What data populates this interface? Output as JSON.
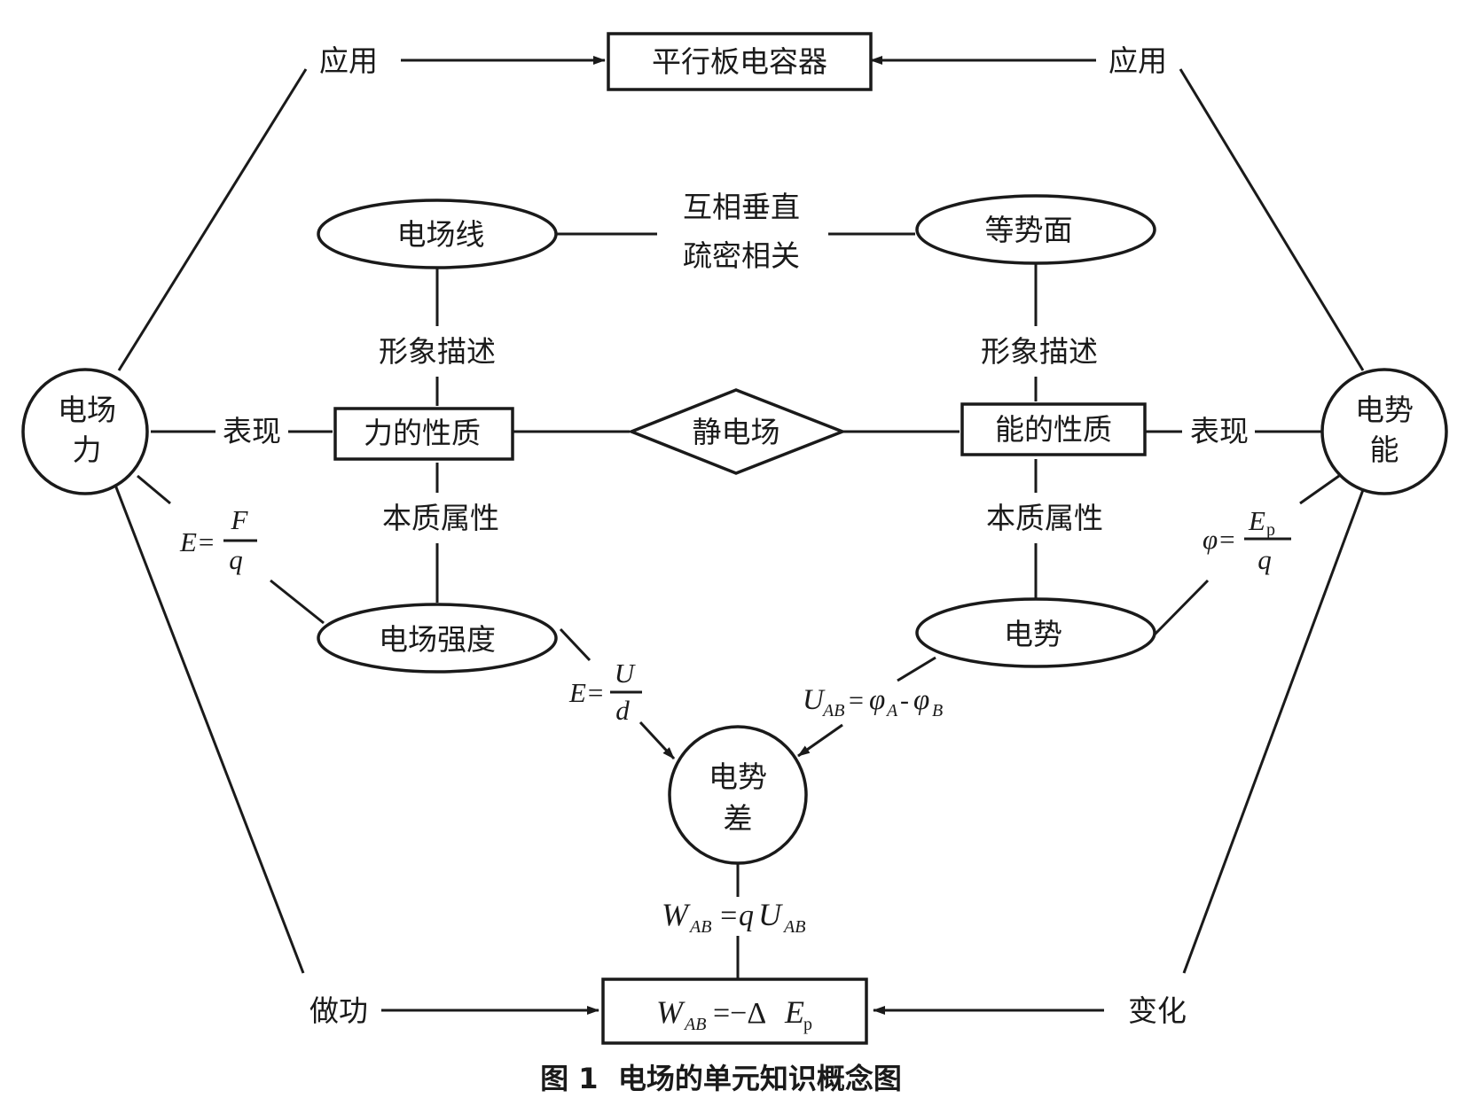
{
  "caption": "图 1  电场的单元知识概念图",
  "nodes": {
    "capacitor": "平行板电容器",
    "field_line": "电场线",
    "equipotential": "等势面",
    "force_property": "力的性质",
    "static_field": "静电场",
    "energy_property": "能的性质",
    "field_force_1": "电场",
    "field_force_2": "力",
    "potential_energy_1": "电势",
    "potential_energy_2": "能",
    "field_strength": "电场强度",
    "potential": "电势",
    "potential_diff_1": "电势",
    "potential_diff_2": "差"
  },
  "links": {
    "apply_left": "应用",
    "apply_right": "应用",
    "perpendicular": "互相垂直",
    "density": "疏密相关",
    "image_desc_left": "形象描述",
    "image_desc_right": "形象描述",
    "manifest_left": "表现",
    "manifest_right": "表现",
    "essence_left": "本质属性",
    "essence_right": "本质属性",
    "work": "做功",
    "change": "变化"
  },
  "formulas": {
    "e_fq": {
      "lhs": "E=",
      "num": "F",
      "den": "q"
    },
    "phi_epq": {
      "lhs": "φ=",
      "num": "E",
      "num_sub": "p",
      "den": "q"
    },
    "e_ud": {
      "lhs": "E=",
      "num": "U",
      "den": "d"
    },
    "u_ab": {
      "u": "U",
      "u_sub": "AB",
      "eq": "=",
      "phi1": "φ",
      "sub1": "A",
      "minus": "-",
      "phi2": "φ",
      "sub2": "B"
    },
    "w_qu": {
      "w": "W",
      "w_sub": "AB",
      "eq": "=q",
      "u": "U",
      "u_sub": "AB"
    },
    "w_dep": {
      "w": "W",
      "w_sub": "AB",
      "eq": "=−Δ",
      "e": "E",
      "e_sub": "p"
    }
  }
}
